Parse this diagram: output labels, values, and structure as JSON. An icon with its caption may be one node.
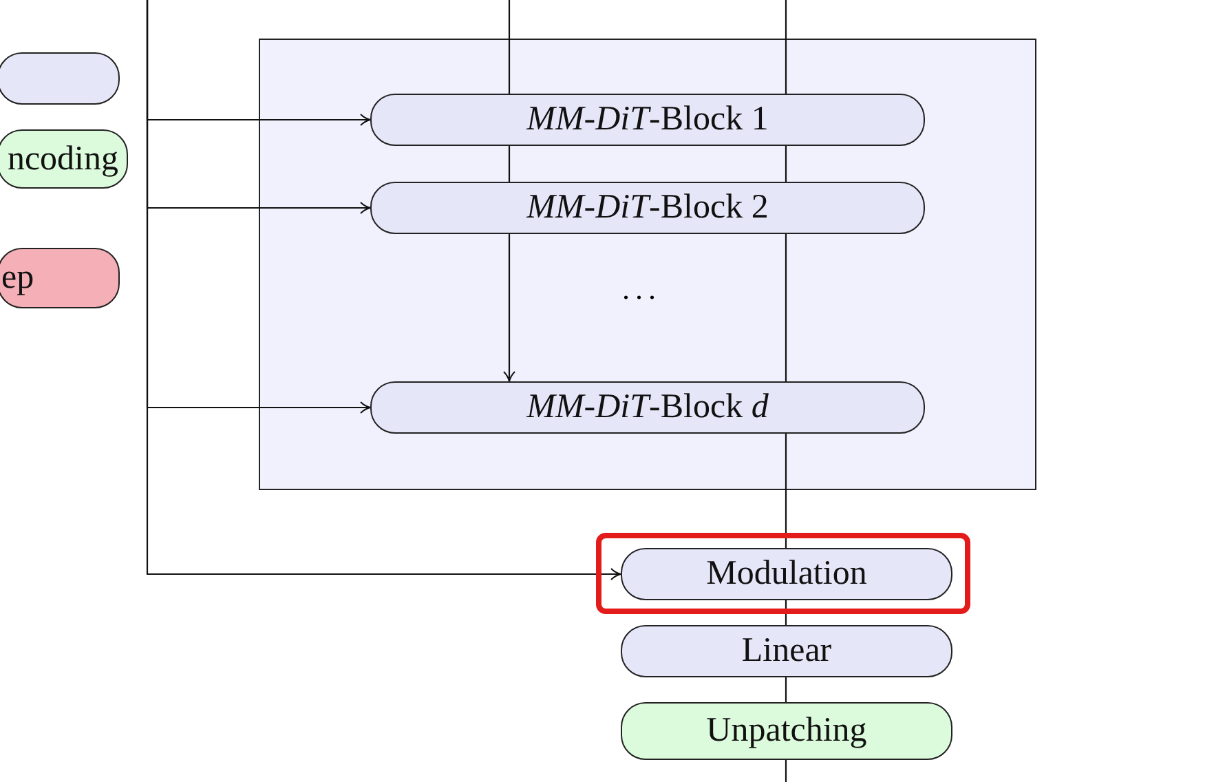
{
  "diagram": {
    "nodes": [
      {
        "text": [],
        "shape": "box"
      },
      {
        "text": [
          "ncoding"
        ]
      },
      {
        "text": [
          "ep"
        ]
      },
      {
        "text": [],
        "shape": "box"
      },
      {
        "text": [
          "*MM-DiT*-Block 1"
        ],
        "in": 3
      },
      {
        "text": [
          "*MM-DiT*-Block 2"
        ],
        "in": 3
      },
      {
        "text": [
          "*MM-DiT*-Block *d*"
        ],
        "in": 3
      },
      {
        "text": [
          "Modulation"
        ]
      },
      {
        "text": [
          "Linear"
        ]
      },
      {
        "text": [
          "Unpatching"
        ]
      }
    ],
    "edges": [
      {
        "from": null,
        "to": 4,
        "arrow": "none"
      },
      {
        "from": 4,
        "to": 5,
        "arrow": "none"
      },
      {
        "from": 5,
        "to": 6,
        "arrow": "to"
      },
      {
        "from": null,
        "to": 4,
        "arrow": "none"
      },
      {
        "from": 4,
        "to": 5,
        "arrow": "none"
      },
      {
        "from": 5,
        "to": 6,
        "arrow": "none"
      },
      {
        "from": 6,
        "to": 7,
        "arrow": "none"
      },
      {
        "from": 7,
        "to": 8,
        "arrow": "none"
      },
      {
        "from": 8,
        "to": 9,
        "arrow": "none"
      },
      {
        "from": 9,
        "to": null,
        "arrow": "none"
      },
      {
        "from": null,
        "to": 4,
        "arrow": "to"
      },
      {
        "from": null,
        "to": 5,
        "arrow": "to"
      },
      {
        "from": null,
        "to": 6,
        "arrow": "to"
      },
      {
        "from": null,
        "to": 7,
        "arrow": "to"
      }
    ],
    "labels": [
      "..."
    ]
  }
}
